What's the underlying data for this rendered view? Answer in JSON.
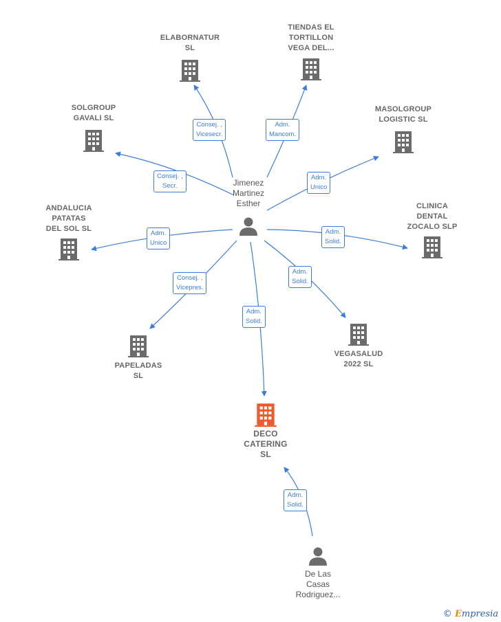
{
  "colors": {
    "edge": "#3b7dd8",
    "company": "#6b6b6b",
    "highlight": "#f05a28",
    "person": "#6b6b6b"
  },
  "nodes": {
    "elabornatur": "ELABORNATUR\nSL",
    "tiendas": "TIENDAS EL\nTORTILLON\nVEGA DEL...",
    "solgroup": "SOLGROUP\nGAVALI  SL",
    "masolgroup": "MASOLGROUP\nLOGISTIC  SL",
    "andalucia": "ANDALUCIA\nPATATAS\nDEL SOL SL",
    "clinica": "CLINICA\nDENTAL\nZOCALO SLP",
    "papeladas": "PAPELADAS\nSL",
    "vegasalud": "VEGASALUD\n2022  SL",
    "deco": "DECO\nCATERING\nSL",
    "jimenez": "Jimenez\nMartinez\nEsther",
    "delascasas": "De Las\nCasas\nRodriguez..."
  },
  "roles": {
    "r_elab": "Consej. ,\nVicesecr.",
    "r_tiendas": "Adm.\nMancom.",
    "r_solgroup": "Consej. ,\nSecr.",
    "r_masol": "Adm.\nUnico",
    "r_andalucia": "Adm.\nUnico",
    "r_clinica": "Adm.\nSolid.",
    "r_papeladas": "Consej. ,\nVicepres.",
    "r_vegasalud": "Adm.\nSolid.",
    "r_deco": "Adm.\nSolid.",
    "r_delascasas": "Adm.\nSolid."
  },
  "watermark": {
    "symbol": "©",
    "brand_initial": "E",
    "brand_rest": "mpresia"
  }
}
